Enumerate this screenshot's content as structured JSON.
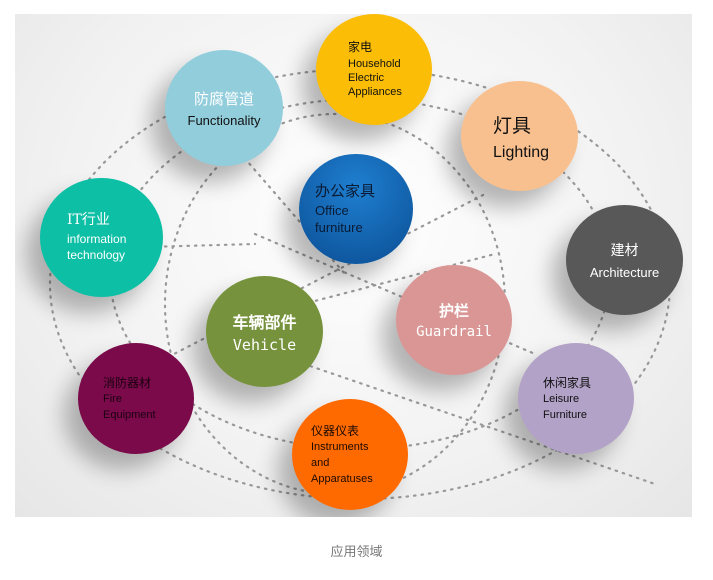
{
  "caption": "应用领域",
  "circles": {
    "household": {
      "cn": "家电",
      "en1": "Household",
      "en2": "Electric",
      "en3": "Appliances",
      "color": "#fbbd06"
    },
    "functionality": {
      "cn": "防腐管道",
      "en": "Functionality",
      "color": "#92cddc"
    },
    "lighting": {
      "cn": "灯具",
      "en": "Lighting",
      "color": "#f9c08f"
    },
    "office": {
      "cn": "办公家具",
      "en1": "Office",
      "en2": "furniture",
      "color": "#0b63b7"
    },
    "it": {
      "cn": "IT行业",
      "en1": "information",
      "en2": "technology",
      "color": "#0cbfa5"
    },
    "architecture": {
      "cn": "建材",
      "en": "Architecture",
      "color": "#585858"
    },
    "vehicle": {
      "cn": "车辆部件",
      "en": "Vehicle",
      "color": "#76923c"
    },
    "guardrail": {
      "cn": "护栏",
      "en": "Guardrail",
      "color": "#d99694"
    },
    "fire": {
      "cn": "消防器材",
      "en1": "Fire",
      "en2": "Equipment",
      "color": "#7a0a4a"
    },
    "leisure": {
      "cn": "休闲家具",
      "en1": "Leisure",
      "en2": "Furniture",
      "color": "#b2a2c7"
    },
    "instruments": {
      "cn": "仪器仪表",
      "en1": "Instruments",
      "en2": "and",
      "en3": "Apparatuses",
      "color": "#ff6a00"
    }
  }
}
